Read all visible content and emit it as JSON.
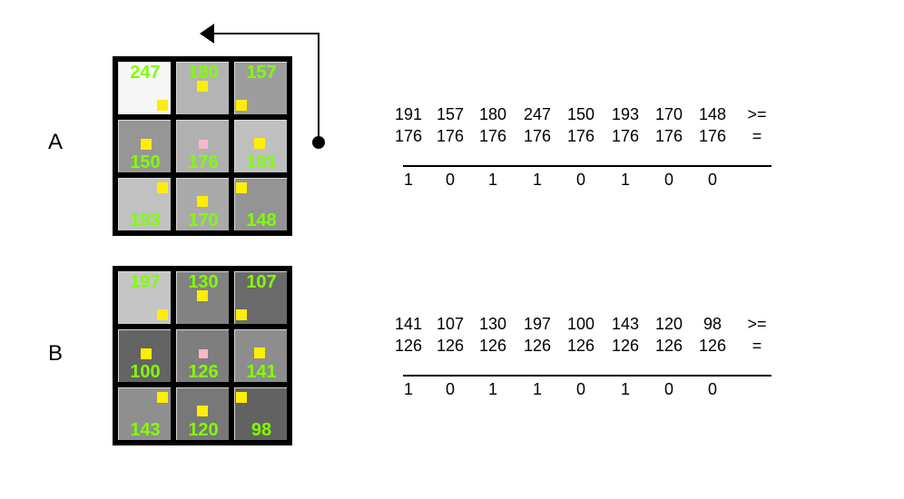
{
  "colors": {
    "number_text": "#80ff00",
    "neighbor_dot": "#ffee00",
    "center_dot": "#ffb6c8",
    "grid_border": "#000000"
  },
  "panels": [
    {
      "label": "A",
      "cells": [
        {
          "value": "247",
          "bg": "#f7f7f7"
        },
        {
          "value": "180",
          "bg": "#b4b4b4"
        },
        {
          "value": "157",
          "bg": "#9d9d9d"
        },
        {
          "value": "150",
          "bg": "#969696"
        },
        {
          "value": "176",
          "bg": "#b0b0b0"
        },
        {
          "value": "191",
          "bg": "#bfbfbf"
        },
        {
          "value": "193",
          "bg": "#c1c1c1"
        },
        {
          "value": "170",
          "bg": "#aaaaaa"
        },
        {
          "value": "148",
          "bg": "#949494"
        }
      ],
      "neighbors": [
        "191",
        "157",
        "180",
        "247",
        "150",
        "193",
        "170",
        "148"
      ],
      "neighbors_op": ">=",
      "threshold": [
        "176",
        "176",
        "176",
        "176",
        "176",
        "176",
        "176",
        "176"
      ],
      "threshold_op": "=",
      "bits": [
        "1",
        "0",
        "1",
        "1",
        "0",
        "1",
        "0",
        "0"
      ]
    },
    {
      "label": "B",
      "cells": [
        {
          "value": "197",
          "bg": "#c5c5c5"
        },
        {
          "value": "130",
          "bg": "#828282"
        },
        {
          "value": "107",
          "bg": "#6b6b6b"
        },
        {
          "value": "100",
          "bg": "#646464"
        },
        {
          "value": "126",
          "bg": "#7e7e7e"
        },
        {
          "value": "141",
          "bg": "#8d8d8d"
        },
        {
          "value": "143",
          "bg": "#8f8f8f"
        },
        {
          "value": "120",
          "bg": "#787878"
        },
        {
          "value": "98",
          "bg": "#626262"
        }
      ],
      "neighbors": [
        "141",
        "107",
        "130",
        "197",
        "100",
        "143",
        "120",
        "98"
      ],
      "neighbors_op": ">=",
      "threshold": [
        "126",
        "126",
        "126",
        "126",
        "126",
        "126",
        "126",
        "126"
      ],
      "threshold_op": "=",
      "bits": [
        "1",
        "0",
        "1",
        "1",
        "0",
        "1",
        "0",
        "0"
      ]
    }
  ]
}
